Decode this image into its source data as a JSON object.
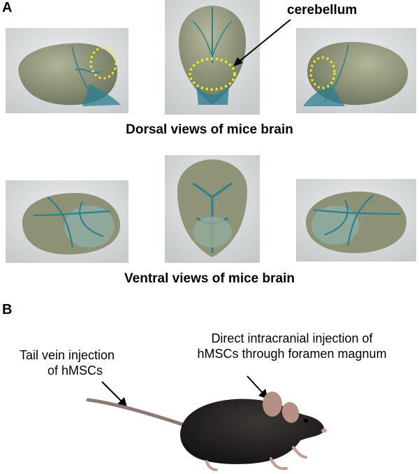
{
  "panel_a": {
    "label": "A",
    "dorsal_caption": "Dorsal views of mice brain",
    "ventral_caption": "Ventral views of mice brain",
    "cerebellum_label": "cerebellum",
    "colors": {
      "brain": "#8f9478",
      "stain": "#2d7f92",
      "highlight_circle": "#f4ef19",
      "background_dish": "#e7e9ea"
    }
  },
  "panel_b": {
    "label": "B",
    "tail_vein_label_line1": "Tail vein injection",
    "tail_vein_label_line2": "of hMSCs",
    "intracranial_label_line1": "Direct intracranial injection of",
    "intracranial_label_line2": "hMSCs through foramen magnum",
    "colors": {
      "mouse_body": "#201d1c",
      "tail": "#8a7a73",
      "ear": "#b58f83"
    }
  }
}
